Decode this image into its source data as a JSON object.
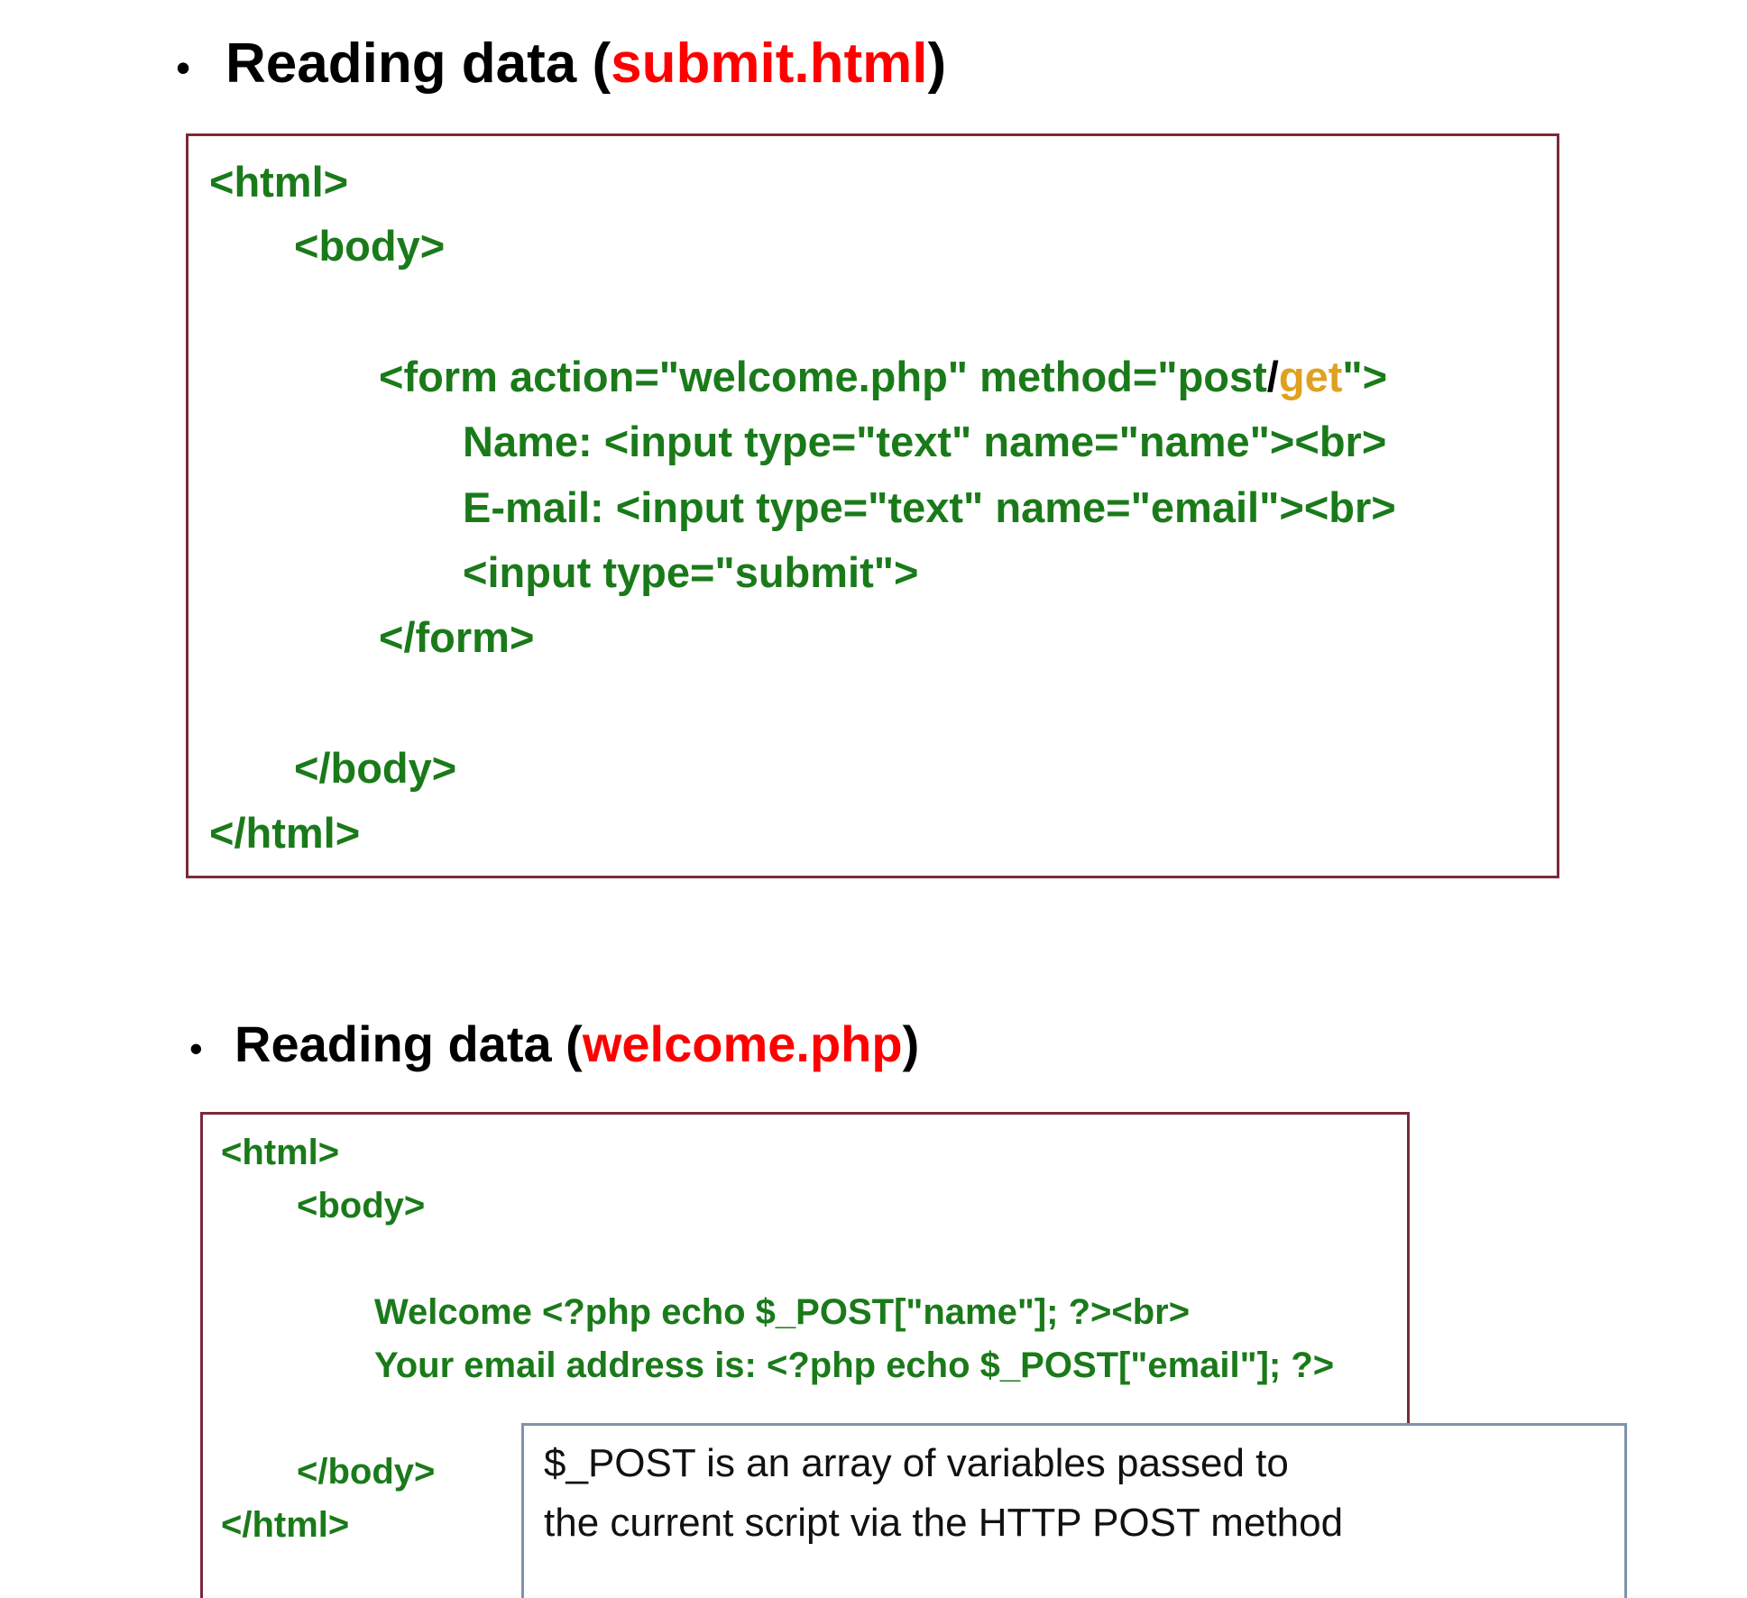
{
  "section1": {
    "bullet": "•",
    "heading_prefix": "Reading data (",
    "heading_file": "submit.html",
    "heading_suffix": ")",
    "code": {
      "line1": "<html>",
      "line2": "<body>",
      "line3_main": "<form action=\"welcome.php\" method=\"post",
      "line3_slash": "/",
      "line3_get": "get",
      "line3_end": "\">",
      "line4": "Name: <input type=\"text\" name=\"name\"><br>",
      "line5": "E-mail: <input type=\"text\" name=\"email\"><br>",
      "line6": "<input type=\"submit\">",
      "line7": "</form>",
      "line8": "</body>",
      "line9": "</html>"
    }
  },
  "section2": {
    "bullet": "•",
    "heading_prefix": "Reading data (",
    "heading_file": "welcome.php",
    "heading_suffix": ")",
    "code": {
      "line1": "<html>",
      "line2": "<body>",
      "line3": "Welcome <?php echo $_POST[\"name\"]; ?><br>",
      "line4": "Your email address is: <?php echo $_POST[\"email\"]; ?>",
      "line5": "</body>",
      "line6": "</html>"
    }
  },
  "callout": {
    "line1": "$_POST is an array of variables passed to",
    "line2": "the current script via the HTTP POST method"
  },
  "colors": {
    "code_green": "#1a7a1a",
    "filename_red": "#ff0000",
    "get_gold": "#e0a020",
    "box_border": "#7b2a3a",
    "callout_border": "#7f93a8"
  }
}
